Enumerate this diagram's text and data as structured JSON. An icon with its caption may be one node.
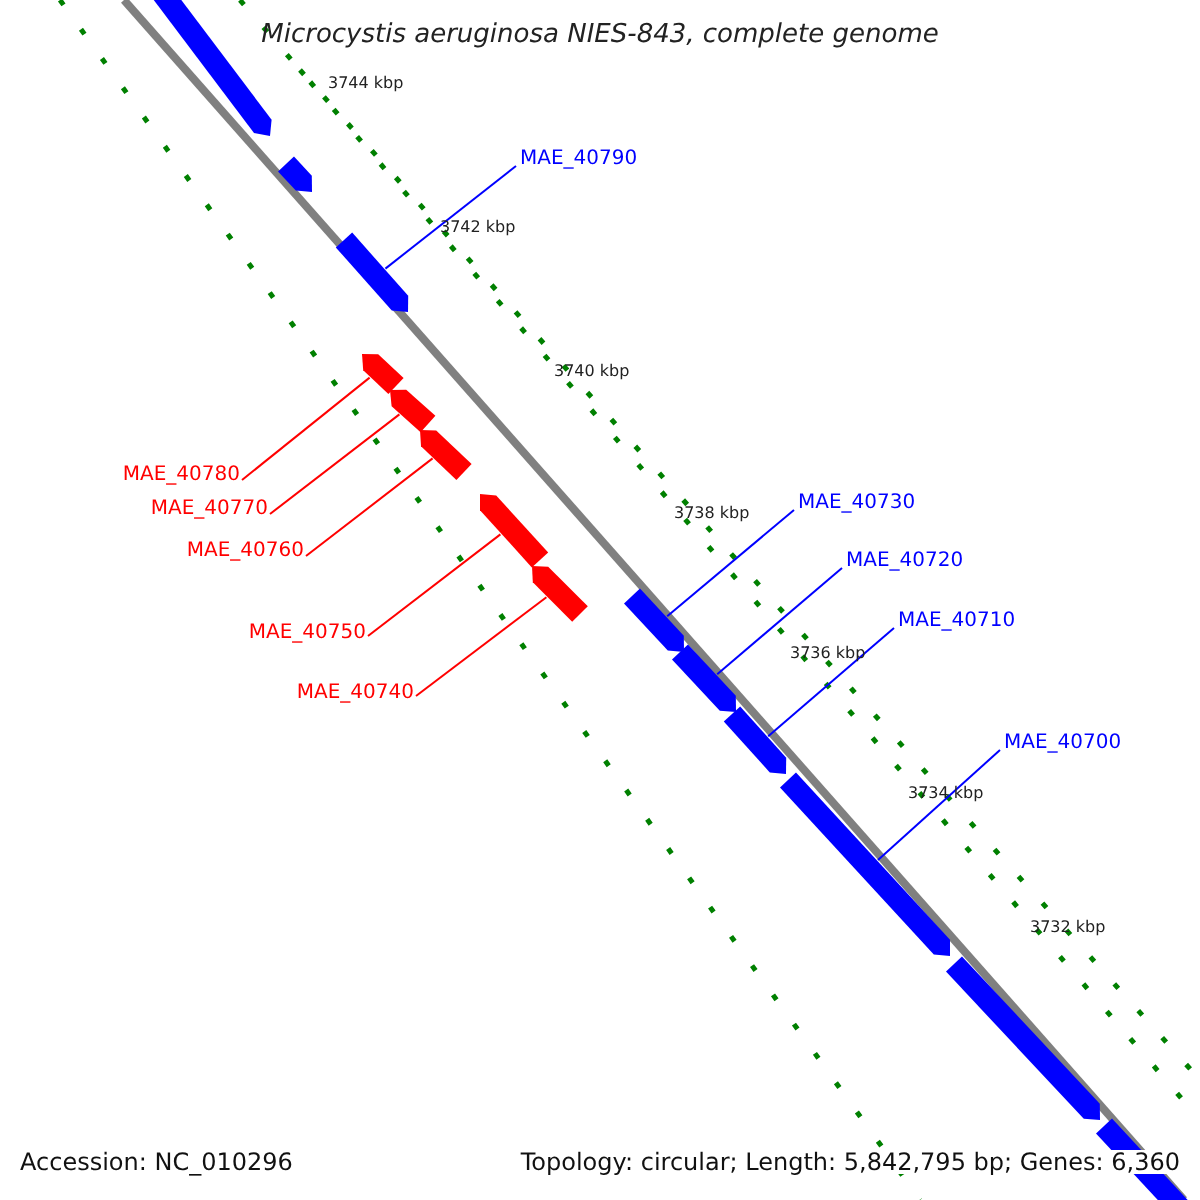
{
  "diagram": {
    "title": "Microcystis aeruginosa NIES-843, complete genome",
    "nodes": [
      {
        "text": [],
        "shape": "bar"
      },
      {
        "text": [],
        "shape": "bar"
      },
      {
        "text": [],
        "shape": "bar"
      },
      {
        "text": [],
        "shape": "bar"
      },
      {
        "text": [],
        "shape": "bar"
      },
      {
        "text": [],
        "shape": "bar"
      },
      {
        "text": [],
        "shape": "bar"
      },
      {
        "text": [],
        "shape": "bar"
      },
      {
        "text": [],
        "shape": "bar"
      },
      {
        "text": [],
        "shape": "bar"
      },
      {
        "text": [],
        "shape": "bar"
      },
      {
        "text": [],
        "shape": "bar"
      },
      {
        "text": [],
        "shape": "bar"
      },
      {
        "text": [],
        "shape": "bar"
      },
      {
        "text": [
          "MAE_40790"
        ]
      },
      {
        "text": [
          "MAE_40780"
        ]
      },
      {
        "text": [
          "MAE_40770"
        ]
      },
      {
        "text": [
          "MAE_40760"
        ]
      },
      {
        "text": [
          "MAE_40730"
        ]
      },
      {
        "text": [
          "MAE_40720"
        ]
      },
      {
        "text": [
          "MAE_40750"
        ]
      },
      {
        "text": [
          "MAE_40710"
        ]
      },
      {
        "text": [
          "MAE_40740"
        ]
      },
      {
        "text": [
          "MAE_40700"
        ]
      }
    ],
    "edges": [
      {
        "from": 14,
        "to": 2,
        "arrow": "none"
      },
      {
        "from": 15,
        "to": 3,
        "arrow": "none",
        "color": "#ff0000"
      },
      {
        "from": 16,
        "to": 4,
        "arrow": "none",
        "color": "#ff0000"
      },
      {
        "from": 17,
        "to": 5,
        "arrow": "none",
        "color": "#ff0000"
      },
      {
        "from": 18,
        "to": 8,
        "arrow": "none"
      },
      {
        "from": 19,
        "to": 9,
        "arrow": "none"
      },
      {
        "from": 20,
        "to": 6,
        "arrow": "none",
        "color": "#ff0000"
      },
      {
        "from": 21,
        "to": 10,
        "arrow": "none"
      },
      {
        "from": 22,
        "to": 7,
        "arrow": "none",
        "color": "#ff0000"
      },
      {
        "from": 23,
        "to": 11,
        "arrow": "none"
      }
    ],
    "labels": [
      "3744 kbp",
      "3742 kbp",
      "3740 kbp",
      "3738 kbp",
      "3736 kbp",
      "3734 kbp",
      "3732 kbp",
      "Accession: NC_010296",
      "Topology: circular; Length: 5,842,795 bp; Genes: 6,360"
    ]
  }
}
